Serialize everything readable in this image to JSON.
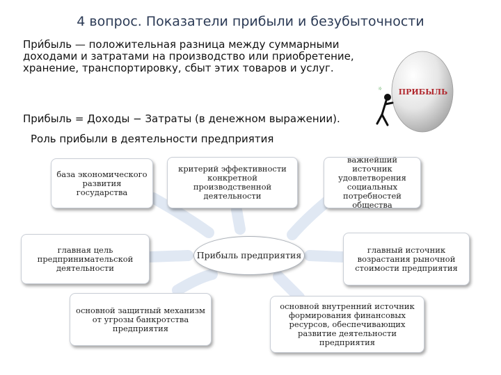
{
  "slide": {
    "title": "4 вопрос. Показатели прибыли и безубыточности",
    "definition_term": "При́быль",
    "definition_text": " — положительная разница между суммарными доходами и затратами на производство или приобретение, хранение, транспортировку, сбыт этих товаров и услуг.",
    "formula": "Прибыль = Доходы − Затраты (в денежном выражении).",
    "role_heading": "Роль прибыли в деятельности предприятия",
    "illustration_label": "ПРИБЫЛЬ",
    "illustration_icon": "figure-pushing-ball-icon"
  },
  "diagram": {
    "center": "Прибыль предприятия",
    "boxes": [
      "база экономического развития государства",
      "критерий эффективности конкретной производственной деятельности",
      "важнейший источник удовлетворения социальных потребностей общества",
      "главная цель предпринимательской деятельности",
      "главный источник возрастания рыночной стоимости предприятия",
      "основной защитный механизм от угрозы банкротства предприятия",
      "основной внутренний источник формирования финансовых ресурсов, обеспечивающих развитие деятельности предприятия"
    ],
    "arrow_color": "#dfe7f3"
  }
}
